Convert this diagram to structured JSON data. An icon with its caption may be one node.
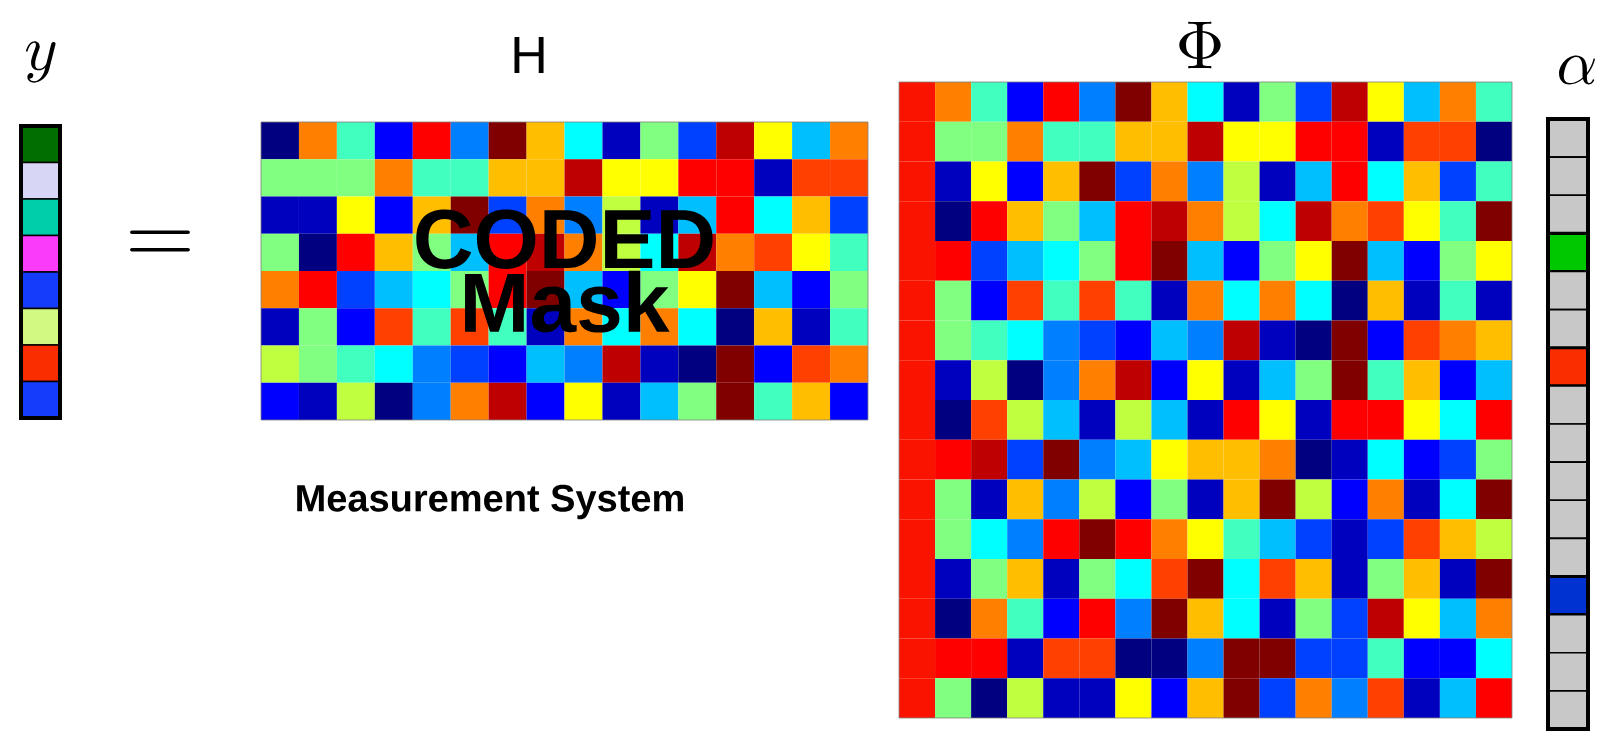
{
  "diagram": {
    "nodes": [
      {
        "text": [
          "y"
        ]
      },
      {
        "text": [
          "\\mathrm{H}",
          "CODED Mask"
        ],
        "beside": [
          "Measurement System"
        ]
      },
      {
        "text": [
          "\\Phi"
        ]
      },
      {
        "text": [
          "\\alpha"
        ]
      }
    ],
    "labels": [
      "="
    ]
  }
}
